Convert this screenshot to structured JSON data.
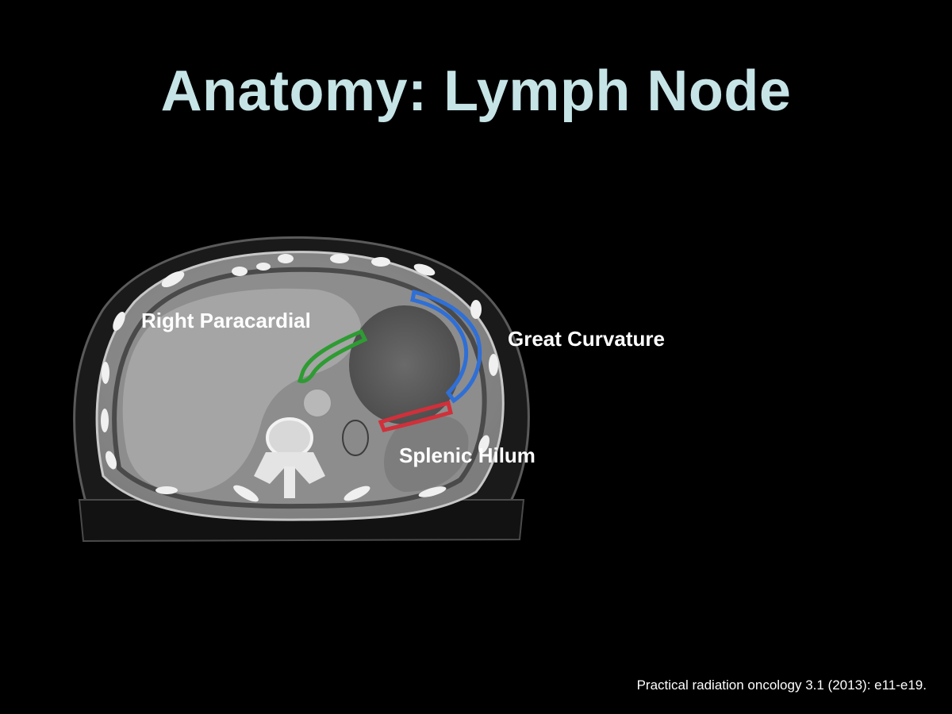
{
  "slide": {
    "title": "Anatomy: Lymph Node",
    "citation": "Practical radiation oncology 3.1 (2013): e11-e19."
  },
  "image": {
    "labels": {
      "right_paracardial": "Right Paracardial",
      "great_curvature": "Great Curvature",
      "splenic_hilum": "Splenic Hilum"
    },
    "contour_colors": {
      "right_paracardial": "#2e9b33",
      "great_curvature": "#2f6fd6",
      "splenic_hilum": "#d0303a"
    }
  },
  "colors": {
    "title": "#c6e4e6",
    "background": "#000000",
    "label_text": "#ffffff"
  }
}
